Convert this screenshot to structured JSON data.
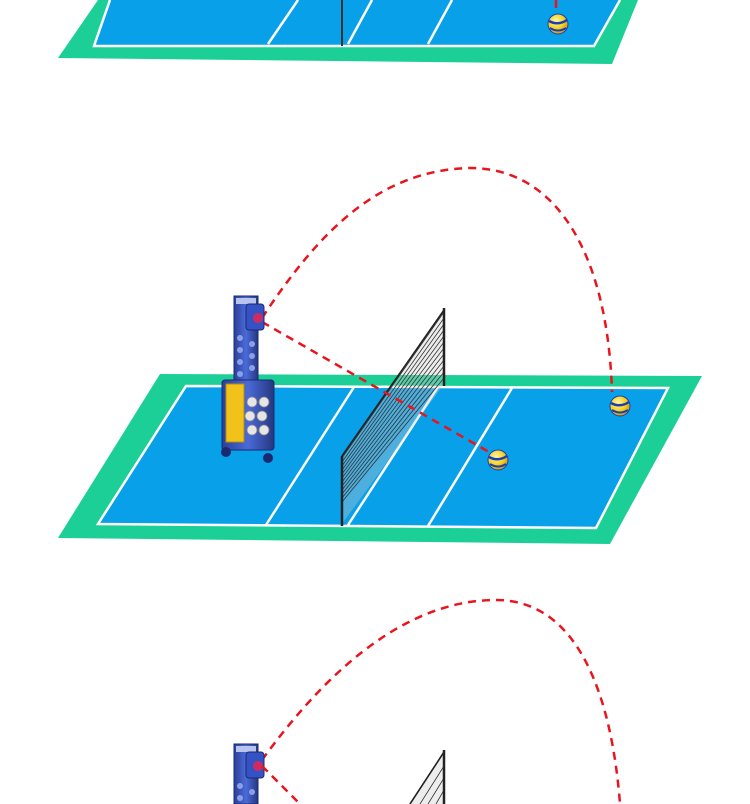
{
  "colors": {
    "background": "#ffffff",
    "court_outer": "#1ccf96",
    "court_inner": "#08a0e8",
    "court_lines": "#ffffff",
    "net": "#333333",
    "trajectory": "#e8141e",
    "machine_body": "#3a57c9",
    "machine_panel": "#f0c21a",
    "ball_yellow": "#f6d21a",
    "ball_blue": "#1c3fb5"
  },
  "panels": [
    {
      "name": "panel-top",
      "cropped": true,
      "has_machine": false,
      "has_net": true,
      "has_trajectory_stub": true
    },
    {
      "name": "panel-middle",
      "cropped": false,
      "has_machine": true,
      "has_net": true,
      "has_trajectory": true
    },
    {
      "name": "panel-bottom",
      "cropped": true,
      "has_machine": true,
      "has_net": true,
      "has_trajectory": true
    }
  ],
  "icons": [
    "volleyball-icon",
    "ball-machine-icon",
    "net-icon"
  ]
}
